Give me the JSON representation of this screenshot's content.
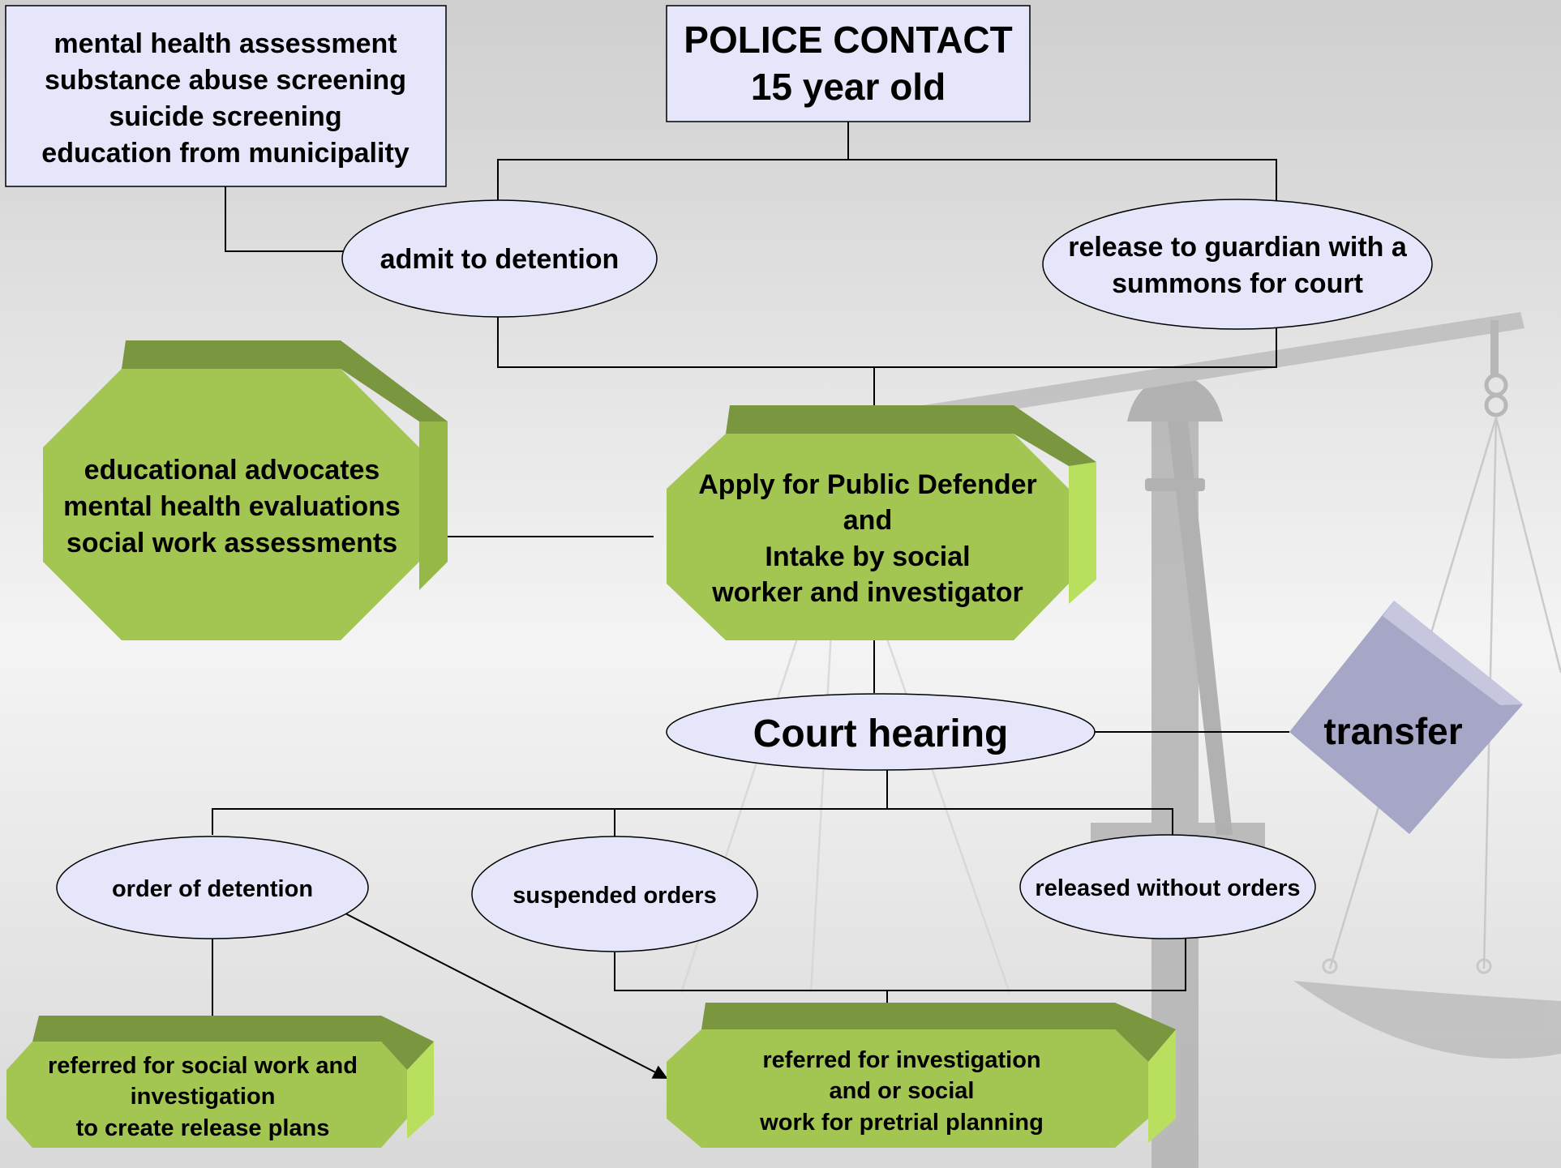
{
  "colors": {
    "node_fill": "#e6e6fa",
    "node_stroke": "#000000",
    "green_face": "#a3c552",
    "green_top": "#7a963e",
    "green_side": "#b8e05e",
    "green_side_dark": "#96b846",
    "diamond_face": "#a6a6c6",
    "diamond_edge": "#c6c6de",
    "connector": "#000000",
    "background_top": "#cfcfcf",
    "background_mid": "#f4f4f4",
    "background_bottom": "#d9d9d9",
    "scale_gray": "#b9b9b9"
  },
  "nodes": {
    "police_contact": {
      "lines": [
        "POLICE CONTACT",
        "15 year old"
      ]
    },
    "screening_box": {
      "lines": [
        "mental health assessment",
        "substance abuse screening",
        "suicide screening",
        "education from municipality"
      ]
    },
    "admit_to_detention": {
      "lines": [
        "admit to detention"
      ]
    },
    "release_to_guardian": {
      "lines": [
        "release  to guardian with a",
        "summons for court"
      ]
    },
    "advocates": {
      "lines": [
        "educational advocates",
        "mental health evaluations",
        "social work assessments"
      ]
    },
    "public_defender": {
      "lines": [
        "Apply for Public Defender",
        "and",
        "Intake by social",
        "worker and  investigator"
      ]
    },
    "court_hearing": {
      "lines": [
        "Court hearing"
      ]
    },
    "transfer": {
      "lines": [
        "transfer"
      ]
    },
    "order_of_detention": {
      "lines": [
        "order of detention"
      ]
    },
    "suspended_orders": {
      "lines": [
        "suspended orders"
      ]
    },
    "released_without_orders": {
      "lines": [
        "released without orders"
      ]
    },
    "referred_release_plans": {
      "lines": [
        "referred for social work and",
        "investigation",
        "to create release plans"
      ]
    },
    "referred_pretrial": {
      "lines": [
        "referred for investigation",
        "and or social",
        "work for pretrial planning"
      ]
    }
  }
}
